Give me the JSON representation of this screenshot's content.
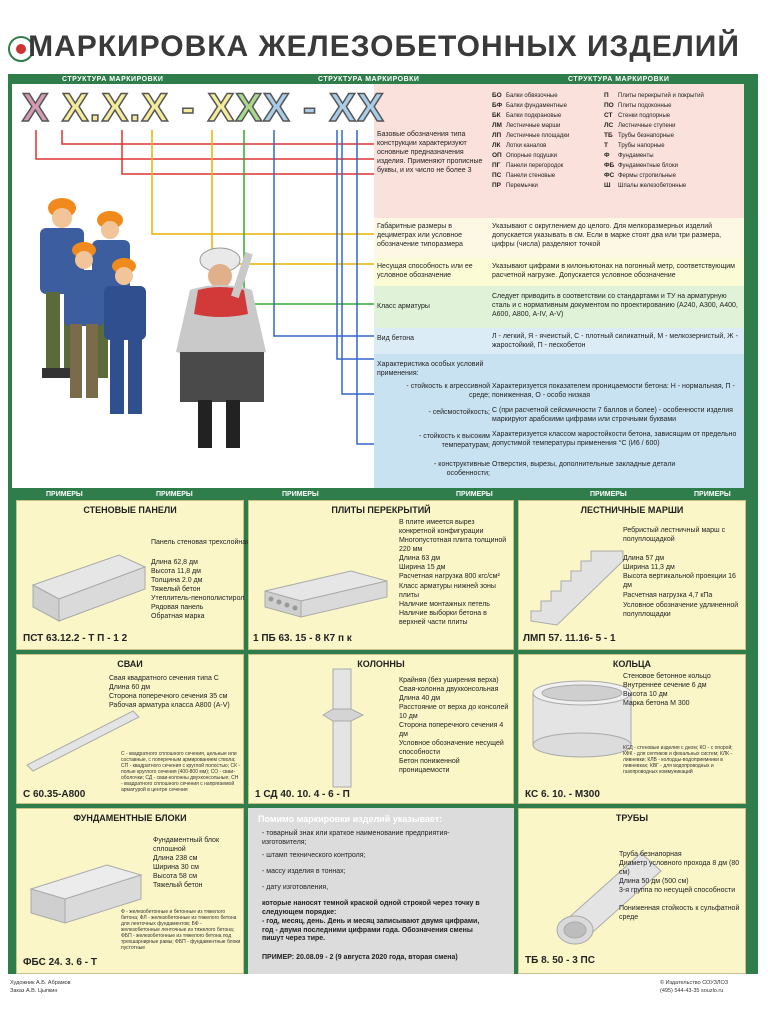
{
  "header": {
    "title": "МАРКИРОВКА ЖЕЛЕЗОБЕТОННЫХ ИЗДЕЛИЙ"
  },
  "structure": {
    "label": "СТРУКТУРА МАРКИРОВКИ",
    "code": {
      "p1": "Х",
      "p2": "Х.Х.Х",
      "p3": "-",
      "p4": "Х",
      "p5": "Х",
      "p6": "Х",
      "p7": "-",
      "p8": "ХХ"
    },
    "rows": [
      {
        "left": "Базовые обозначения типа конструкции характеризуют основные предназначения изделия. Применяют прописные буквы, и их число не более 3",
        "right": ""
      },
      {
        "left": "Габаритные размеры в дециметрах или условное обозначение типоразмера",
        "right": "Указывают с округлением до целого. Для мелкоразмерных изделий допускается указывать в см. Если в марке стоят два или три размера, цифры (числа) разделяют точкой"
      },
      {
        "left": "Несущая способность или ее условное обозначение",
        "right": "Указывают цифрами в килоньютонах на погонный метр, соответствующим расчетной нагрузке. Допускается условное обозначение"
      },
      {
        "left": "Класс арматуры",
        "right": "Следует приводить в соответствии со стандартами и ТУ на арматурную сталь и с нормативным документом по проектированию (А240, А300, А400, А600, А800, А-IV, А-V)"
      },
      {
        "left": "Вид бетона",
        "right": "Л - легкий, Я - ячеистый, С - плотный силикатный, М - мелкозернистый, Ж - жаростойкий, П - пескобетон"
      },
      {
        "left": "Характеристика особых условий применения:",
        "right": ""
      }
    ],
    "special": [
      {
        "left": "- стойкость к агрессивной среде;",
        "right": "Характеризуется показателем проницаемости бетона: Н - нормальная, П - пониженная, О - особо низкая"
      },
      {
        "left": "- сейсмостойкость;",
        "right": "С (при расчетной сейсмичности 7 баллов и более) - особенности изделия маркируют арабскими цифрами или строчными буквами"
      },
      {
        "left": "- стойкость к высоким температурам;",
        "right": "Характеризуется классом жаростойкости бетона, зависящим от предельно допустимой температуры применения °С (И6 / 600)"
      },
      {
        "left": "- конструктивные особенности;",
        "right": "Отверстия, вырезы, дополнительные закладные детали"
      }
    ],
    "abbr_left": [
      {
        "k": "БО",
        "v": "Балки обвязочные"
      },
      {
        "k": "БФ",
        "v": "Балки фундаментные"
      },
      {
        "k": "БК",
        "v": "Балки подкрановые"
      },
      {
        "k": "ЛМ",
        "v": "Лестничные марши"
      },
      {
        "k": "ЛП",
        "v": "Лестничные площадки"
      },
      {
        "k": "ЛК",
        "v": "Лотки каналов"
      },
      {
        "k": "ОП",
        "v": "Опорные подушки"
      },
      {
        "k": "ПГ",
        "v": "Панели перегородок"
      },
      {
        "k": "ПС",
        "v": "Панели стеновые"
      },
      {
        "k": "ПР",
        "v": "Перемычки"
      }
    ],
    "abbr_right": [
      {
        "k": "П",
        "v": "Плиты перекрытий и покрытий"
      },
      {
        "k": "ПО",
        "v": "Плиты подоконные"
      },
      {
        "k": "СТ",
        "v": "Стенки подпорные"
      },
      {
        "k": "ЛС",
        "v": "Лестничные ступени"
      },
      {
        "k": "ТБ",
        "v": "Трубы безнапорные"
      },
      {
        "k": "Т",
        "v": "Трубы напорные"
      },
      {
        "k": "Ф",
        "v": "Фундаменты"
      },
      {
        "k": "ФБ",
        "v": "Фундаментные блоки"
      },
      {
        "k": "ФС",
        "v": "Фермы стропильные"
      },
      {
        "k": "Ш",
        "v": "Шпалы железобетонные"
      }
    ]
  },
  "examples_label": "ПРИМЕРЫ",
  "cards": {
    "wall": {
      "title": "СТЕНОВЫЕ ПАНЕЛИ",
      "labels": [
        "Панель стеновая трехслойная",
        "Длина 62,8 дм",
        "Высота 11,8 дм",
        "Толщина 2.0 дм",
        "Тяжелый бетон",
        "Утеплитель-пенополистирол",
        "Рядовая панель",
        "Обратная марка"
      ],
      "code": "ПСТ 63.12.2 - Т П - 1 2"
    },
    "slab": {
      "title": "ПЛИТЫ ПЕРЕКРЫТИЙ",
      "labels": [
        "В плите имеется вырез конкретной конфигурации",
        "Многопустотная плита толщиной 220 мм",
        "Длина 63 дм",
        "Ширина 15 дм",
        "Расчетная нагрузка 800 кгс/см²",
        "Класс арматуры нижней зоны плиты",
        "Наличие монтажных петель",
        "Наличие выборки бетона в верхней части плиты"
      ],
      "code": "1 ПБ 63. 15 - 8 К7 п к"
    },
    "stairs": {
      "title": "ЛЕСТНИЧНЫЕ МАРШИ",
      "labels": [
        "Ребристый лестничный марш с полуплощадкой",
        "Длина 57 дм",
        "Ширина 11,3 дм",
        "Высота вертикальной проекции 16 дм",
        "Расчетная нагрузка 4,7 кПа",
        "Условное обозначение удлиненной полуплощадки"
      ],
      "code": "ЛМП 57. 11.16- 5 - 1"
    },
    "piles": {
      "title": "СВАИ",
      "labels": [
        "Свая квадратного сечения типа С",
        "Длина 60 дм",
        "Сторона поперечного сечения 35 см",
        "Рабочая арматура класса А800 (А-V)"
      ],
      "note": "С - квадратного сплошного сечения, цельные или составные, с поперечным армированием ствола; СП - квадратного сечения с круглой полостью; СК - полые круглого сечения (400-800 мм); СО - сваи-оболочки; СД - сваи-колонны двухконсольные; СН - квадратного сплошного сечения с напрягаемой арматурой в центре сечения",
      "code": "С 60.35-А800"
    },
    "columns": {
      "title": "КОЛОННЫ",
      "labels": [
        "Крайняя (без уширения верха)",
        "Свая-колонна двухконсольная",
        "Длина 40 дм",
        "Расстояние от верха до консолей 10 дм",
        "Сторона поперечного сечения 4 дм",
        "Условное обозначение несущей способности",
        "Бетон пониженной проницаемости"
      ],
      "code": "1 СД 40. 10. 4 - 6 - П"
    },
    "rings": {
      "title": "КОЛЬЦА",
      "labels": [
        "Стеновое бетонное кольцо",
        "Внутреннее сечение 6 дм",
        "Высота 10 дм",
        "Марка бетона М 300"
      ],
      "note": "КСД - стеновые изделия с дном; КО - с опорой; КФК - для септиков и фекальных систем; КЛК - ливневки; КЛВ - колодцы-водоприемники в ливневках; КВГ - для водопроводных и газопроводных коммуникаций",
      "code": "КС 6. 10. - М300"
    },
    "blocks": {
      "title": "ФУНДАМЕНТНЫЕ БЛОКИ",
      "labels": [
        "Фундаментный блок сплошной",
        "Длина 238 см",
        "Ширина 30 см",
        "Высота 58 см",
        "Тяжелый бетон"
      ],
      "note": "Ф - железобетонные и бетонные из тяжелого бетона; ФЛ - железобетонные из тяжелого бетона для ленточных фундаментов; БФ - железобетонные ленточные из тяжелого бетона; ФБП - железобетонные из тяжелого бетона под трехшарнирные рамы; ФБП - фундаментные блоки пустотные",
      "code": "ФБС 24. 3. 6 - Т"
    },
    "extra": {
      "title": "Помимо маркировки изделий указывает:",
      "lines": [
        "- товарный знак или краткое наименование предприятия-изготовителя;",
        "- штамп технического контроля;",
        "- массу изделия в тоннах;",
        "- дату изготовления,",
        "которые наносят темной краской одной строкой через точку в следующем порядке:",
        "- год, месяц, день. День и месяц записывают двумя цифрами, год - двумя последними цифрами года. Обозначения смены пишут через тире."
      ],
      "example": "ПРИМЕР:  20.08.09 - 2  (9 августа 2020 года, вторая смена)"
    },
    "pipes": {
      "title": "ТРУБЫ",
      "labels": [
        "Труба безнапорная",
        "Диаметр условного прохода 8 дм (80 см)",
        "Длина 50 дм (500 см)",
        "3-я группа по несущей способности",
        "Пониженная стойкость к сульфатной среде"
      ],
      "code": "ТБ 8. 50 - 3 ПС"
    }
  },
  "footer": {
    "left1": "Художник А.Б. Абрамов",
    "left2": "Заказ А.В. Цыпкин",
    "right1": "© Издательство СОУЗЛОЗ",
    "right2": "(495) 544-43-35   souzlo.ru"
  }
}
